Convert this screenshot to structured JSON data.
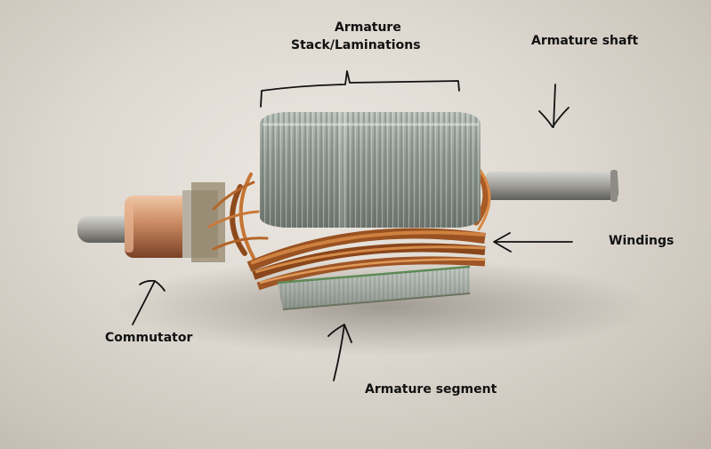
{
  "labels": {
    "stack_line1": "Armature",
    "stack_line2": "Stack/Laminations",
    "shaft": "Armature shaft",
    "windings": "Windings",
    "commutator": "Commutator",
    "segment": "Armature segment"
  },
  "colors": {
    "background": "#ddd8d0",
    "lamination": "#8f9890",
    "copper": "#b5652a",
    "commutator_copper": "#d9a27c",
    "shaft": "#a9a8a2",
    "ink": "#111111"
  }
}
